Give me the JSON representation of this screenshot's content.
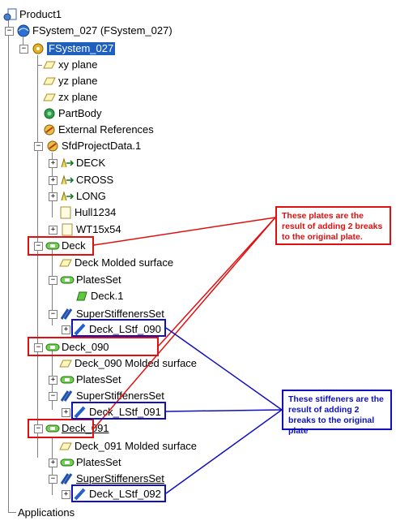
{
  "tree": {
    "root": "Product1",
    "fsystem": "FSystem_027 (FSystem_027)",
    "fsystem_child": "FSystem_027",
    "xy": "xy plane",
    "yz": "yz plane",
    "zx": "zx plane",
    "partbody": "PartBody",
    "extref": "External References",
    "sfd": "SfdProjectData.1",
    "deckref": "DECK",
    "cross": "CROSS",
    "long": "LONG",
    "hull": "Hull1234",
    "wt": "WT15x54",
    "deck": "Deck",
    "deck_molded": "Deck Molded surface",
    "platesset1": "PlatesSet",
    "deck1": "Deck.1",
    "stiff1": "SuperStiffenersSet",
    "lstf090": "Deck_LStf_090",
    "deck090": "Deck_090",
    "deck090_molded": "Deck_090 Molded surface",
    "platesset2": "PlatesSet",
    "stiff2": "SuperStiffenersSet",
    "lstf091": "Deck_LStf_091",
    "deck091": "Deck_091",
    "deck091_molded": "Deck_091 Molded surface",
    "platesset3": "PlatesSet",
    "stiff3": "SuperStiffenersSet",
    "lstf092": "Deck_LStf_092",
    "applications": "Applications"
  },
  "notes": {
    "plates": "These plates are the result of adding 2 breaks to the original plate.",
    "stiffeners": "These stiffeners are the result of adding 2 breaks to the original plate"
  },
  "colors": {
    "annotation_red": "#e01010",
    "annotation_blue": "#1010c0",
    "selection": "#1f5fbf"
  }
}
